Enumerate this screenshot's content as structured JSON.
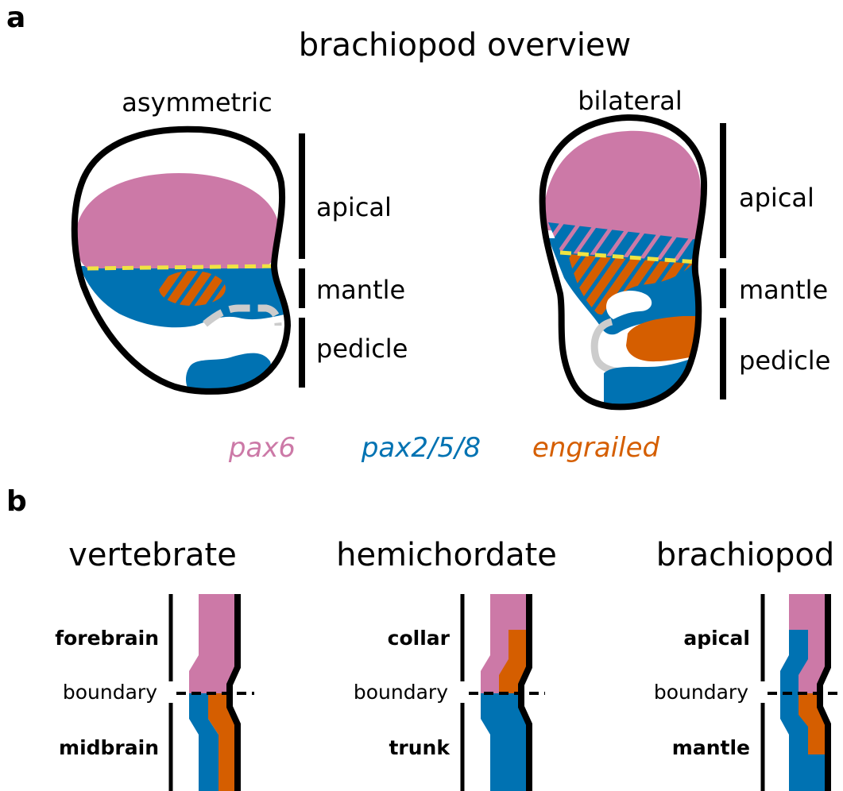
{
  "colors": {
    "pax6": "#cc79a7",
    "pax258": "#0072b2",
    "engrailed": "#d55e00",
    "boundary_line": "#f0e442",
    "outline": "#000000",
    "gut": "#cccccc"
  },
  "panel_a": {
    "label": "a",
    "title": "brachiopod overview",
    "embryos": [
      {
        "title": "asymmetric",
        "regions": [
          "apical",
          "mantle",
          "pedicle"
        ]
      },
      {
        "title": "bilateral",
        "regions": [
          "apical",
          "mantle",
          "pedicle"
        ]
      }
    ],
    "legend": [
      "pax6",
      "pax2/5/8",
      "engrailed"
    ]
  },
  "panel_b": {
    "label": "b",
    "columns": [
      {
        "title": "vertebrate",
        "upper": "forebrain",
        "boundary": "boundary",
        "lower": "midbrain"
      },
      {
        "title": "hemichordate",
        "upper": "collar",
        "boundary": "boundary",
        "lower": "trunk"
      },
      {
        "title": "brachiopod",
        "upper": "apical",
        "boundary": "boundary",
        "lower": "mantle"
      }
    ]
  }
}
